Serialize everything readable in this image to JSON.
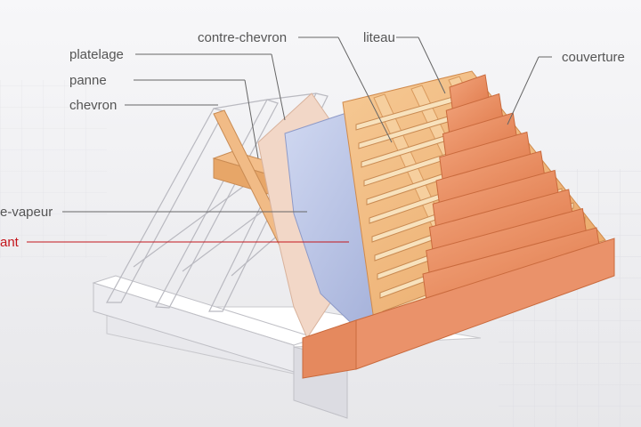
{
  "labels": {
    "platelage": "platelage",
    "panne": "panne",
    "chevron": "chevron",
    "contre_chevron": "contre-chevron",
    "liteau": "liteau",
    "couverture": "couverture",
    "pare_vapeur": "e-vapeur",
    "isolant": "ant"
  },
  "colors": {
    "text": "#555555",
    "accent": "#c4161c",
    "tile": "#e8865a",
    "wood": "#efb57a",
    "membrane": "#b7c3e6"
  }
}
